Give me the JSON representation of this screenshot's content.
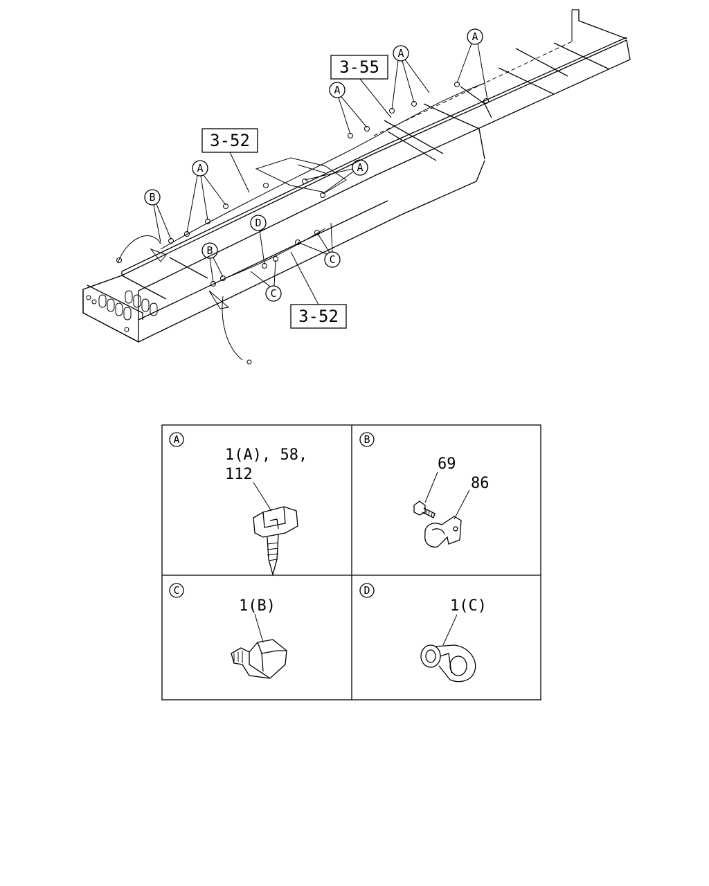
{
  "callouts": {
    "ref_355": "3-55",
    "ref_352_top": "3-52",
    "ref_352_bottom": "3-52"
  },
  "markers": {
    "A": "A",
    "B": "B",
    "C": "C",
    "D": "D"
  },
  "details": [
    {
      "id": "A",
      "parts_line1": "1(A), 58,",
      "parts_line2": "112"
    },
    {
      "id": "B",
      "part_bolt": "69",
      "part_clip": "86"
    },
    {
      "id": "C",
      "parts": "1(B)"
    },
    {
      "id": "D",
      "parts": "1(C)"
    }
  ]
}
